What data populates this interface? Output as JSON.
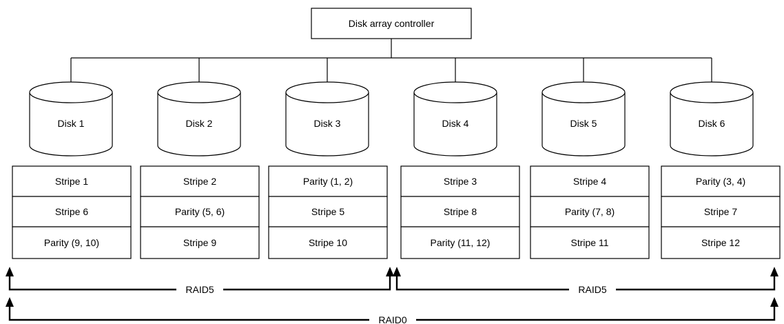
{
  "controller": {
    "label": "Disk array controller"
  },
  "disks": [
    {
      "label": "Disk 1",
      "stripes": [
        "Stripe 1",
        "Stripe 6",
        "Parity (9, 10)"
      ]
    },
    {
      "label": "Disk 2",
      "stripes": [
        "Stripe 2",
        "Parity (5, 6)",
        "Stripe 9"
      ]
    },
    {
      "label": "Disk 3",
      "stripes": [
        "Parity (1, 2)",
        "Stripe 5",
        "Stripe 10"
      ]
    },
    {
      "label": "Disk 4",
      "stripes": [
        "Stripe 3",
        "Stripe 8",
        "Parity (11, 12)"
      ]
    },
    {
      "label": "Disk 5",
      "stripes": [
        "Stripe 4",
        "Parity (7, 8)",
        "Stripe 11"
      ]
    },
    {
      "label": "Disk 6",
      "stripes": [
        "Parity (3, 4)",
        "Stripe 7",
        "Stripe 12"
      ]
    }
  ],
  "groups": {
    "raid5_left": "RAID5",
    "raid5_right": "RAID5",
    "raid0": "RAID0"
  }
}
